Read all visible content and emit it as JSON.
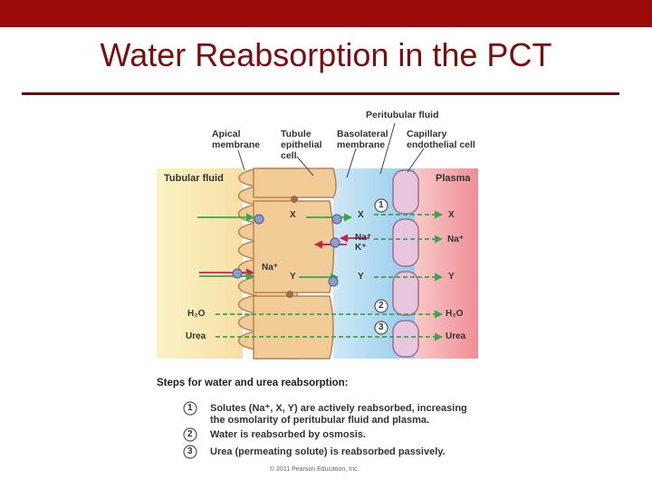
{
  "slide": {
    "title": "Water Reabsorption in the PCT"
  },
  "diagram": {
    "top_labels": {
      "peritubular_fluid": "Peritubular fluid",
      "apical_membrane": "Apical\nmembrane",
      "tubule_epithelial_cell": "Tubule\nepithelial\ncell",
      "basolateral_membrane": "Basolateral\nmembrane",
      "capillary_endothelial_cell": "Capillary\nendothelial cell"
    },
    "regions": {
      "tubular_fluid": "Tubular fluid",
      "plasma": "Plasma"
    },
    "molecules": {
      "x_lumen_side": "X",
      "x_interstitial": "X",
      "x_plasma": "X",
      "na_cell": "Na⁺",
      "k_cell": "K⁺",
      "na_plasma": "Na⁺",
      "na_apical": "Na⁺",
      "y_cell": "Y",
      "y_interstitial": "Y",
      "y_plasma": "Y",
      "h2o_left": "H₂O",
      "h2o_right": "H₂O",
      "urea_left": "Urea",
      "urea_right": "Urea"
    },
    "step_markers": [
      "1",
      "2",
      "3"
    ],
    "colors": {
      "active_arrow": "#d11d52",
      "passive_arrow": "#3aa64a",
      "cell": "#f1cc96",
      "interstitial": "#a9d5ef",
      "plasma": "#f2a3a8",
      "tubular_fluid": "#fbf1b4",
      "endothelial": "#e8c6dd"
    }
  },
  "steps": {
    "title": "Steps for water and urea reabsorption:",
    "items": [
      {
        "number": "1",
        "text": "Solutes (Na⁺, X, Y) are actively reabsorbed, increasing\nthe osmolarity of peritubular fluid and plasma."
      },
      {
        "number": "2",
        "text": "Water is reabsorbed by osmosis."
      },
      {
        "number": "3",
        "text": "Urea (permeating solute) is reabsorbed passively."
      }
    ]
  },
  "copyright": "© 2011 Pearson Education, Inc."
}
